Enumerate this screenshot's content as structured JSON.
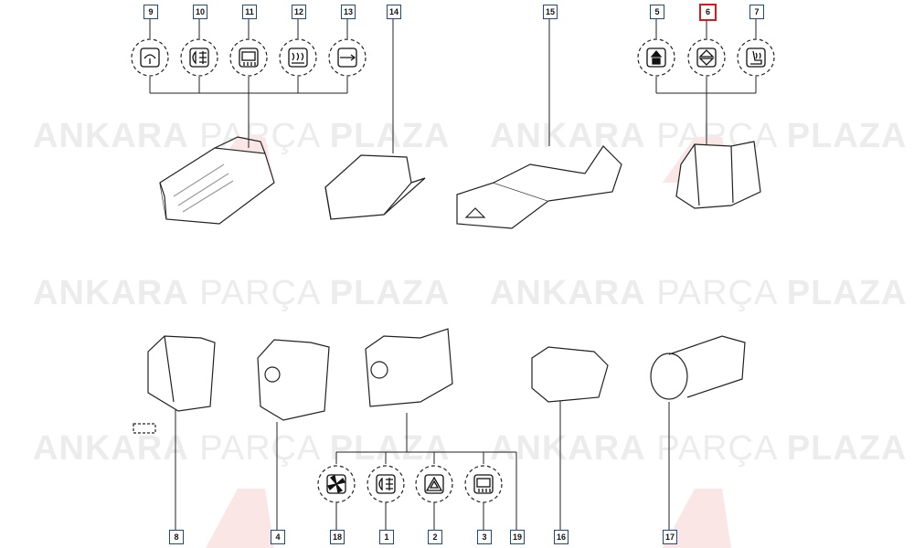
{
  "watermark": {
    "w1": "ANKARA",
    "w2": "PARÇA",
    "w3": "PLAZA"
  },
  "callouts": {
    "c9": "9",
    "c10": "10",
    "c11": "11",
    "c12": "12",
    "c13": "13",
    "c14": "14",
    "c15": "15",
    "c5": "5",
    "c6": "6",
    "c7": "7",
    "c8": "8",
    "c4": "4",
    "c18": "18",
    "c1": "1",
    "c2": "2",
    "c3": "3",
    "c19": "19",
    "c16": "16",
    "c17": "17"
  },
  "selected_callout": "6",
  "colors": {
    "callout_border": "#1a4a8a",
    "selected_border": "#d41c1c",
    "watermark": "#ececec"
  }
}
